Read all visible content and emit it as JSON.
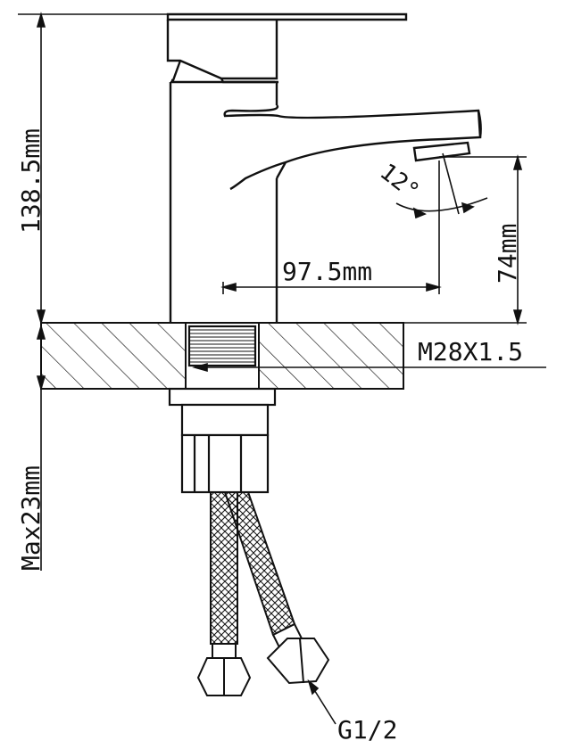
{
  "labels": {
    "height_total": "138.5mm",
    "spout_height": "74mm",
    "reach": "97.5mm",
    "thread": "M28X1.5",
    "max_thickness": "Max23mm",
    "angle": "12°",
    "hose_thread": "G1/2"
  },
  "colors": {
    "line": "#111111",
    "background": "#ffffff"
  }
}
